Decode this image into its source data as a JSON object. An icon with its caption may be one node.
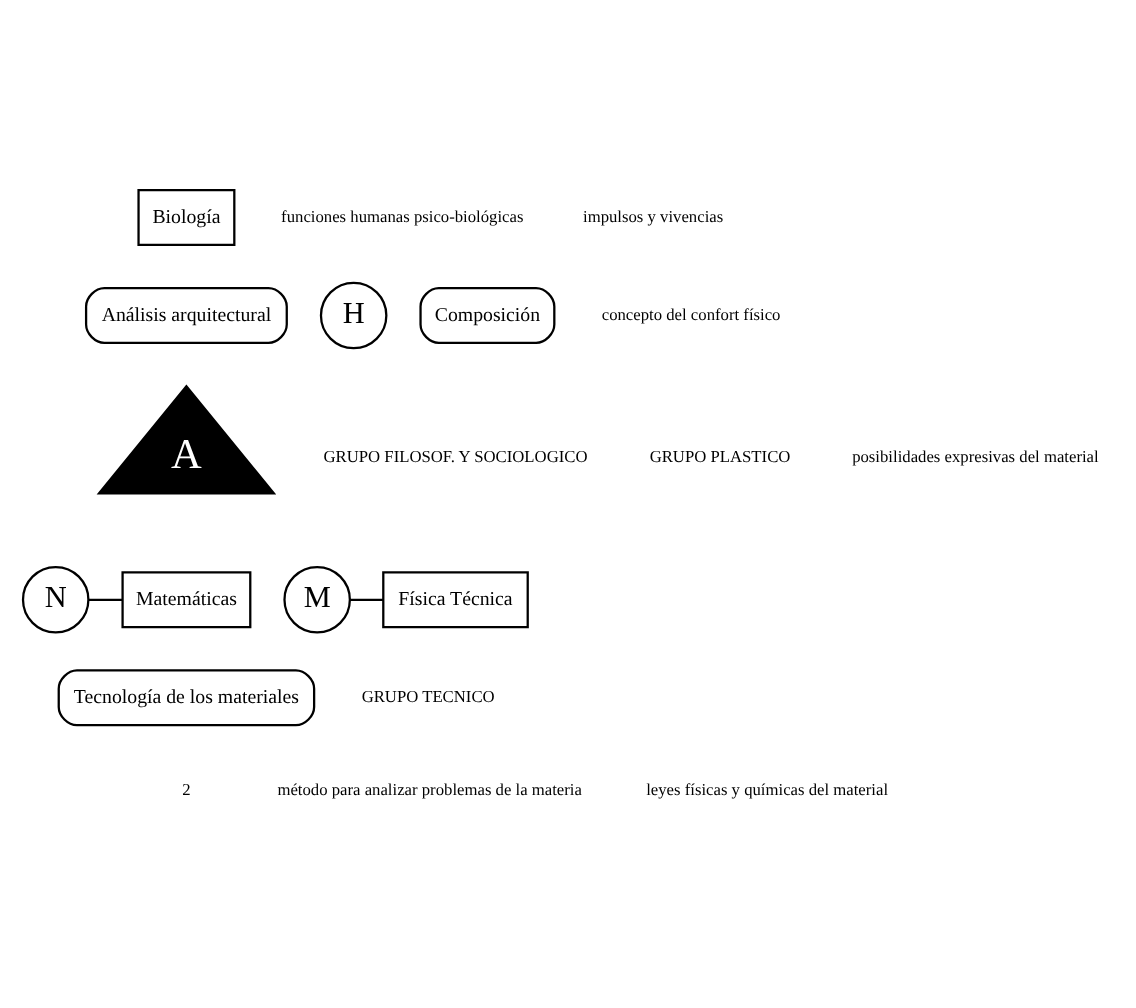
{
  "diagram": {
    "nodes": [
      {
        "text": [
          "Biología"
        ]
      },
      {
        "text": [
          "H"
        ]
      },
      {
        "text": [
          "Análisis arquitectural"
        ]
      },
      {
        "text": [
          "Composición"
        ]
      },
      {
        "text": [
          "A"
        ]
      },
      {
        "text": [
          "N"
        ]
      },
      {
        "text": [
          "M"
        ]
      },
      {
        "text": [
          "Matemáticas"
        ]
      },
      {
        "text": [
          "Física Técnica"
        ]
      },
      {
        "text": [
          "Tecnología de los materiales"
        ]
      }
    ],
    "edges": [
      {
        "from": 5,
        "to": 7,
        "arrow": "none"
      },
      {
        "from": 6,
        "to": 8,
        "arrow": "none"
      }
    ],
    "labels": [
      "funciones humanas psico-biológicas",
      "impulsos y vivencias",
      "concepto del confort físico",
      "GRUPO FILOSOF. Y SOCIOLOGICO",
      "GRUPO PLASTICO",
      "posibilidades expresivas del material",
      "GRUPO TECNICO",
      "método para analizar problemas de la materia",
      "leyes físicas y químicas del material",
      "2"
    ]
  }
}
